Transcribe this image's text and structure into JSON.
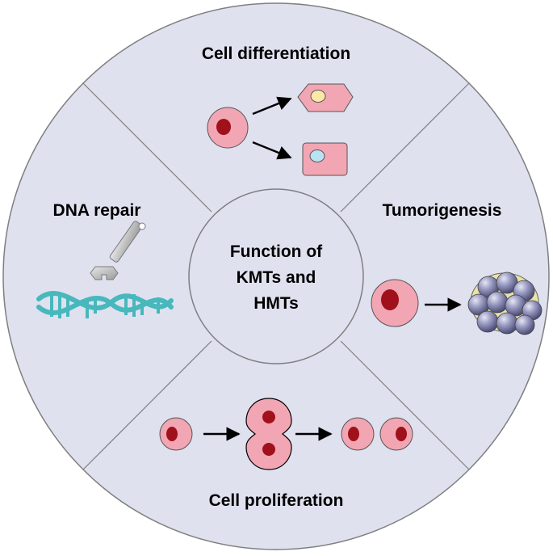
{
  "center": {
    "title_lines": [
      "Function of",
      "KMTs and",
      "HMTs"
    ]
  },
  "quadrants": {
    "top": {
      "label": "Cell differentiation"
    },
    "right": {
      "label": "Tumorigenesis"
    },
    "bottom": {
      "label": "Cell proliferation"
    },
    "left": {
      "label": "DNA repair"
    }
  },
  "colors": {
    "disc_fill": "#dfe1ef",
    "disc_stroke": "#7f7f7f",
    "cell_fill": "#f2a6b3",
    "nucleus_fill": "#a0111b",
    "dna_color": "#47b8bc",
    "wrench_color": "#b9b9b9",
    "tumor_color": "#8e8fb5"
  }
}
